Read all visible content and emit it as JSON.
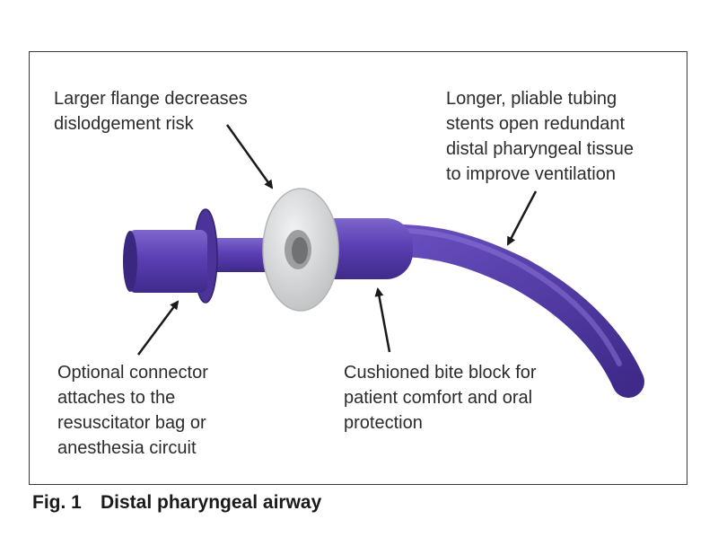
{
  "annotations": {
    "flange": [
      "Larger flange decreases",
      "dislodgement risk"
    ],
    "tubing": [
      "Longer, pliable tubing",
      "stents open redundant",
      "distal pharyngeal tissue",
      "to improve ventilation"
    ],
    "connector": [
      "Optional connector",
      "attaches to the",
      "resuscitator bag or",
      "anesthesia circuit"
    ],
    "bite_block": [
      "Cushioned bite block for",
      "patient comfort and oral",
      "protection"
    ]
  },
  "caption": {
    "number": "Fig. 1",
    "title": "Distal pharyngeal airway"
  },
  "colors": {
    "tube": "#5b3fb4",
    "tube_dark": "#3f2a8a",
    "tube_light": "#8a74d6",
    "flange": "#d9dadb",
    "text": "#2b2b2b",
    "border": "#3a3a3a"
  }
}
